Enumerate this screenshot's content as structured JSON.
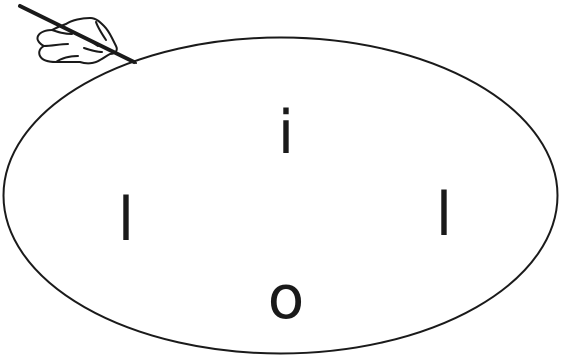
{
  "letters": {
    "top": "i",
    "left": "l",
    "right": "l",
    "bottom": "o"
  },
  "icons": {
    "hand": "writing-hand-icon"
  },
  "colors": {
    "stroke": "#1a1a1a",
    "background": "#ffffff"
  }
}
